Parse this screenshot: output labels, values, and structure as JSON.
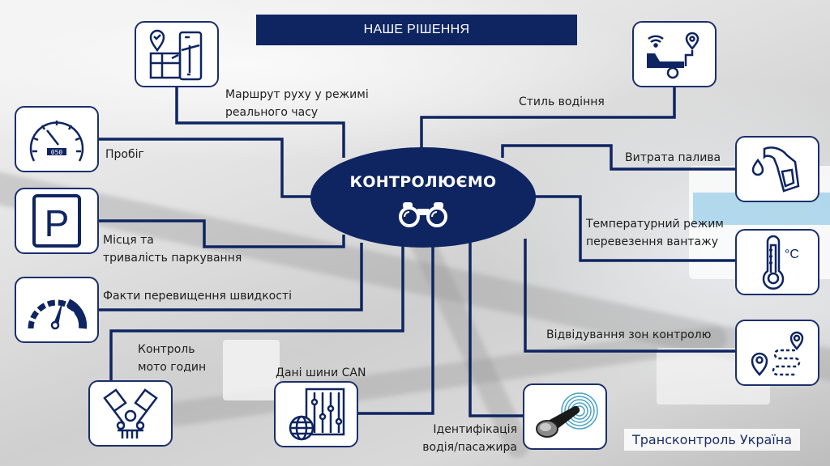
{
  "title": "НАШЕ РІШЕННЯ",
  "center": {
    "label": "КОНТРОЛЮЄМО",
    "icon": "binoculars-icon"
  },
  "items": {
    "route": {
      "line1": "Маршрут руху у режимі",
      "line2": "реального часу",
      "icon": "map-phone-icon"
    },
    "style": {
      "label": "Стиль водіння",
      "icon": "tow-truck-wifi-icon"
    },
    "mileage": {
      "label": "Пробіг",
      "icon": "odometer-icon",
      "odometer": "050"
    },
    "fuel": {
      "label": "Витрата палива",
      "icon": "fuel-nozzle-icon"
    },
    "parking": {
      "line1": "Місця та",
      "line2": "тривалість паркування",
      "icon": "parking-icon",
      "sign": "P"
    },
    "temperature": {
      "line1": "Температурний режим",
      "line2": "перевезення вантажу",
      "icon": "thermometer-icon",
      "unit": "°C"
    },
    "speed": {
      "label": "Факти перевищення швидкості",
      "icon": "speedometer-icon"
    },
    "zones": {
      "label": "Відвідування зон контролю",
      "icon": "route-pins-icon"
    },
    "engine": {
      "line1": "Контроль",
      "line2": "мото годин",
      "icon": "engine-icon"
    },
    "can": {
      "label": "Дані шини CAN",
      "icon": "can-bus-icon"
    },
    "id": {
      "line1": "Ідентифікація",
      "line2": "водія/пасажира",
      "icon": "ibutton-key-icon"
    }
  },
  "brand": "Трансконтроль Україна",
  "colors": {
    "navy": "#0e2561",
    "border": "#1b2f6b",
    "key": "#4aa3c8"
  }
}
